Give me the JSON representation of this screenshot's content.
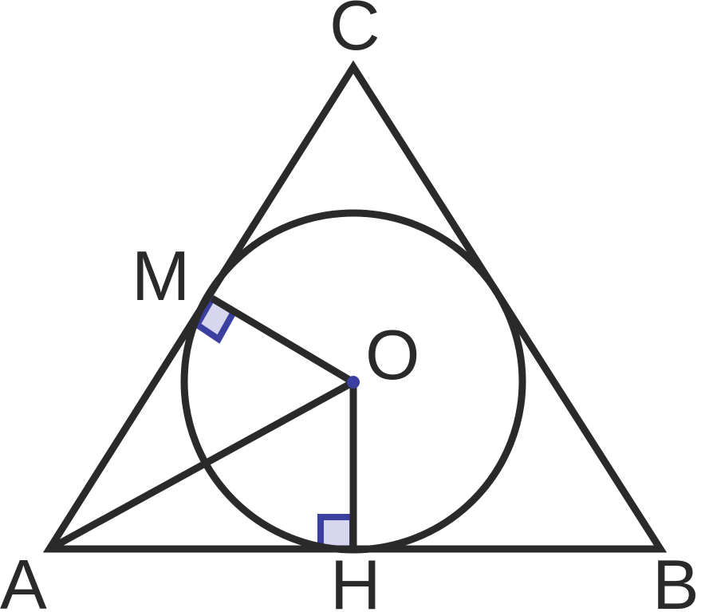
{
  "diagram": {
    "points": {
      "A": "A",
      "B": "B",
      "C": "C",
      "M": "M",
      "O": "O",
      "H": "H"
    },
    "colors": {
      "line": "#2a2a2a",
      "accent": "#3b3fa0",
      "accent_fill": "#d6d7ee",
      "background": "#ffffff"
    }
  }
}
